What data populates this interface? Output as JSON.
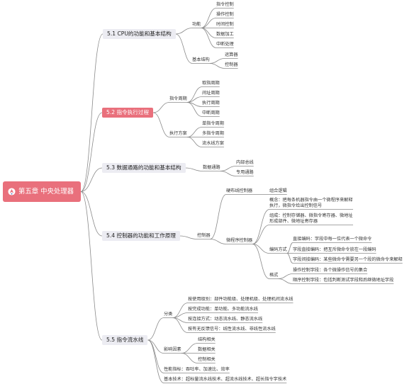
{
  "root": {
    "title": "第五章 中央处理器",
    "color": "#e9707c"
  },
  "sections": [
    {
      "label": "5.1 CPU的功能和基本结构",
      "highlighted": false,
      "children": [
        {
          "label": "功能",
          "children": [
            {
              "label": "指令控制"
            },
            {
              "label": "操作控制"
            },
            {
              "label": "时间控制"
            },
            {
              "label": "数据加工"
            },
            {
              "label": "中断处理"
            }
          ]
        },
        {
          "label": "基本结构",
          "children": [
            {
              "label": "运算器"
            },
            {
              "label": "控制器"
            }
          ]
        }
      ]
    },
    {
      "label": "5.2 指令执行过程",
      "highlighted": true,
      "children": [
        {
          "label": "指令周期",
          "children": [
            {
              "label": "取指周期"
            },
            {
              "label": "间址周期"
            },
            {
              "label": "执行周期"
            },
            {
              "label": "中断周期"
            }
          ]
        },
        {
          "label": "执行方案",
          "children": [
            {
              "label": "单指令周期"
            },
            {
              "label": "多指令周期"
            },
            {
              "label": "流水线方案"
            }
          ]
        }
      ]
    },
    {
      "label": "5.3 数据通路的功能和基本结构",
      "children": [
        {
          "label": "数据通路",
          "children": [
            {
              "label": "内部总线"
            },
            {
              "label": "专用通路"
            }
          ]
        }
      ]
    },
    {
      "label": "5.4 控制器的功能和工作原理",
      "children": [
        {
          "label": "控制器",
          "children": [
            {
              "label": "硬布线控制器",
              "children": [
                {
                  "label": "组合逻辑"
                }
              ]
            },
            {
              "label": "微程序控制器",
              "children": [
                {
                  "label": "概念：把每条机器指令由一个微程序来解释执行，微指令给出控制信号"
                },
                {
                  "label": "组成：控制存储器、微指令寄存器、微地址形成部件、微地址寄存器"
                },
                {
                  "label": "编码方式",
                  "children": [
                    {
                      "label": "直接编码：字段中每一位代表一个微命令"
                    },
                    {
                      "label": "字段直接编码：把互斥微命令放在一段编码"
                    },
                    {
                      "label": "字段间接编码：某些微命令需要另一个段的微命令来解释"
                    }
                  ]
                },
                {
                  "label": "格式",
                  "children": [
                    {
                      "label": "操作控制字段：各个微操作信号的集合"
                    },
                    {
                      "label": "顺序控制字段：包括判断测试字段和后继微地址字段"
                    }
                  ]
                }
              ]
            }
          ]
        }
      ]
    },
    {
      "label": "5.5 指令流水线",
      "children": [
        {
          "label": "分类",
          "children": [
            {
              "label": "按使用级别：部件功能级、处理机级、处理机间流水线"
            },
            {
              "label": "按完成功能：单功能、多功能流水线"
            },
            {
              "label": "按连接方式：动态流水线、静态流水线"
            },
            {
              "label": "按有无反馈信号：线性流水线、非线性流水线"
            }
          ]
        },
        {
          "label": "影响因素",
          "children": [
            {
              "label": "结构相关"
            },
            {
              "label": "数据相关"
            },
            {
              "label": "控制相关"
            }
          ]
        },
        {
          "label": "性能指标：吞吐率、加速比、效率"
        },
        {
          "label": "基本技术：超标量流水线技术、超流水线技术、超长指令字技术"
        }
      ]
    }
  ]
}
